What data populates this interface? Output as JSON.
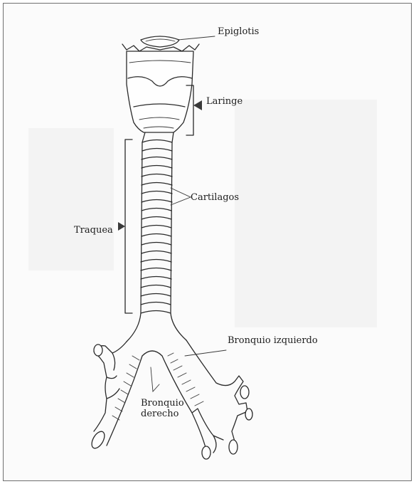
{
  "labels": {
    "epiglotis": "Epiglotis",
    "laringe": "Laringe",
    "cartilagos": "Cartilagos",
    "traquea": "Traquea",
    "bronquio_izquierdo": "Bronquio izquierdo",
    "bronquio_derecho_line1": "Bronquio",
    "bronquio_derecho_line2": "derecho"
  }
}
